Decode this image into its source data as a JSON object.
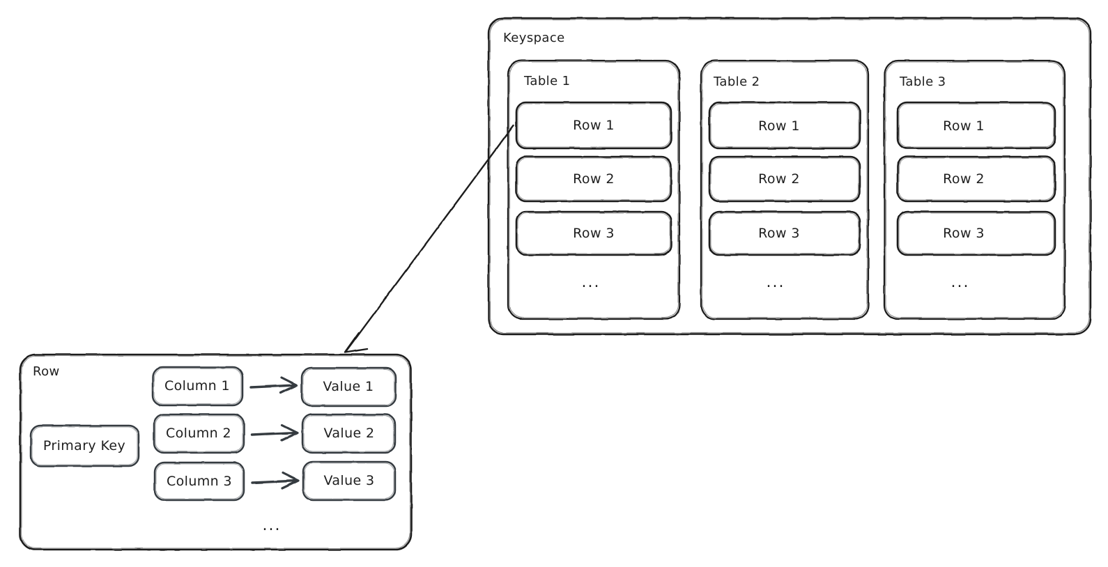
{
  "diagram": {
    "title": "Keyspace / Table / Row data model",
    "style": "hand-drawn sketch",
    "stroke_color": "#1e1e1e",
    "arrow_color": "#343a40",
    "background": "#ffffff",
    "ellipsis": "..."
  },
  "keyspace": {
    "label": "Keyspace",
    "tables": [
      {
        "label": "Table 1",
        "rows": [
          {
            "label": "Row 1"
          },
          {
            "label": "Row 2"
          },
          {
            "label": "Row 3"
          }
        ],
        "more": "..."
      },
      {
        "label": "Table 2",
        "rows": [
          {
            "label": "Row 1"
          },
          {
            "label": "Row 2"
          },
          {
            "label": "Row 3"
          }
        ],
        "more": "..."
      },
      {
        "label": "Table 3",
        "rows": [
          {
            "label": "Row 1"
          },
          {
            "label": "Row 2"
          },
          {
            "label": "Row 3"
          }
        ],
        "more": "..."
      }
    ]
  },
  "row_detail": {
    "label": "Row",
    "primary_key": "Primary Key",
    "pairs": [
      {
        "column": "Column 1",
        "value": "Value 1"
      },
      {
        "column": "Column 2",
        "value": "Value 2"
      },
      {
        "column": "Column 3",
        "value": "Value 3"
      }
    ],
    "more": "..."
  },
  "connector": {
    "name": "row-1-to-row-detail-arrow",
    "from": "Table 1 / Row 1",
    "to": "Row"
  }
}
